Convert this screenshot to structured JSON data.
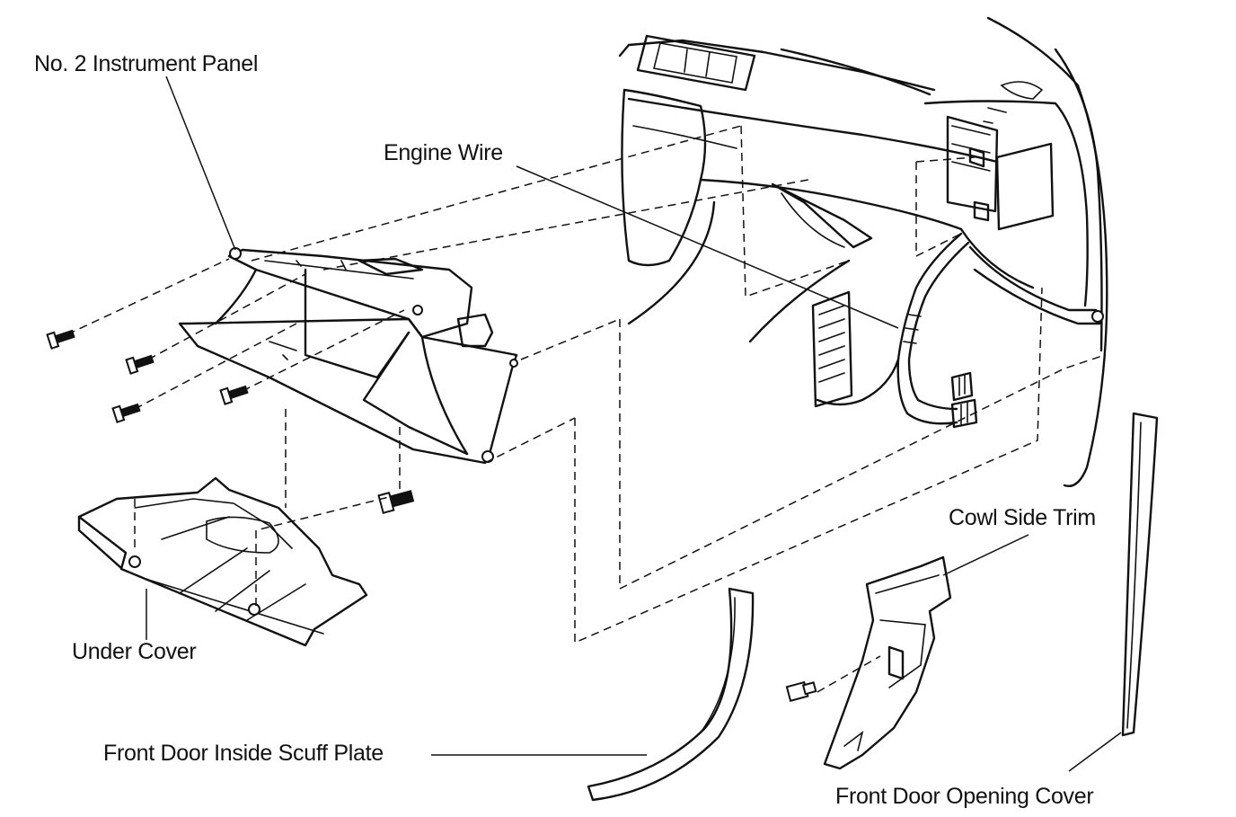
{
  "labels": {
    "instrument_panel": "No. 2 Instrument Panel",
    "engine_wire": "Engine Wire",
    "cowl_side_trim": "Cowl Side Trim",
    "under_cover": "Under Cover",
    "scuff_plate": "Front Door Inside Scuff Plate",
    "door_opening_cover": "Front Door Opening Cover"
  },
  "colors": {
    "line": "#111111",
    "background": "#ffffff"
  }
}
